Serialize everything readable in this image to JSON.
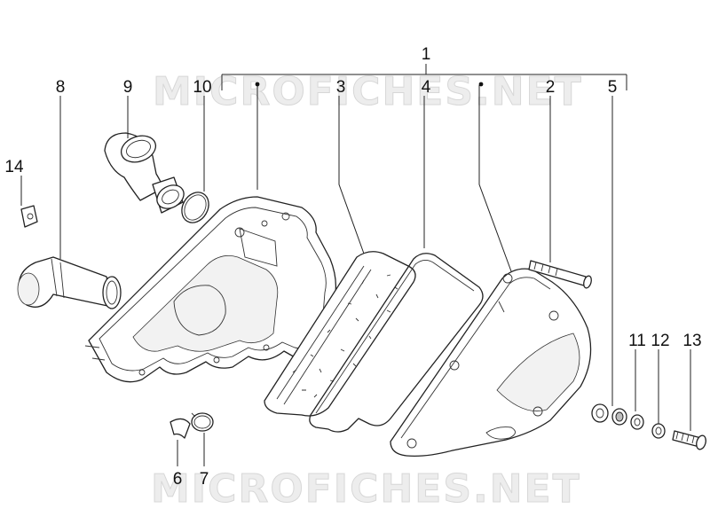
{
  "watermark": {
    "top": "MICROFICHES.NET",
    "bottom": "MICROFICHES.NET"
  },
  "callouts": {
    "p1": "1",
    "p2": "2",
    "p3": "3",
    "p4": "4",
    "p5": "5",
    "p6": "6",
    "p7": "7",
    "p8": "8",
    "p9": "9",
    "p10": "10",
    "p11": "11",
    "p12": "12",
    "p13": "13",
    "p14": "14"
  }
}
